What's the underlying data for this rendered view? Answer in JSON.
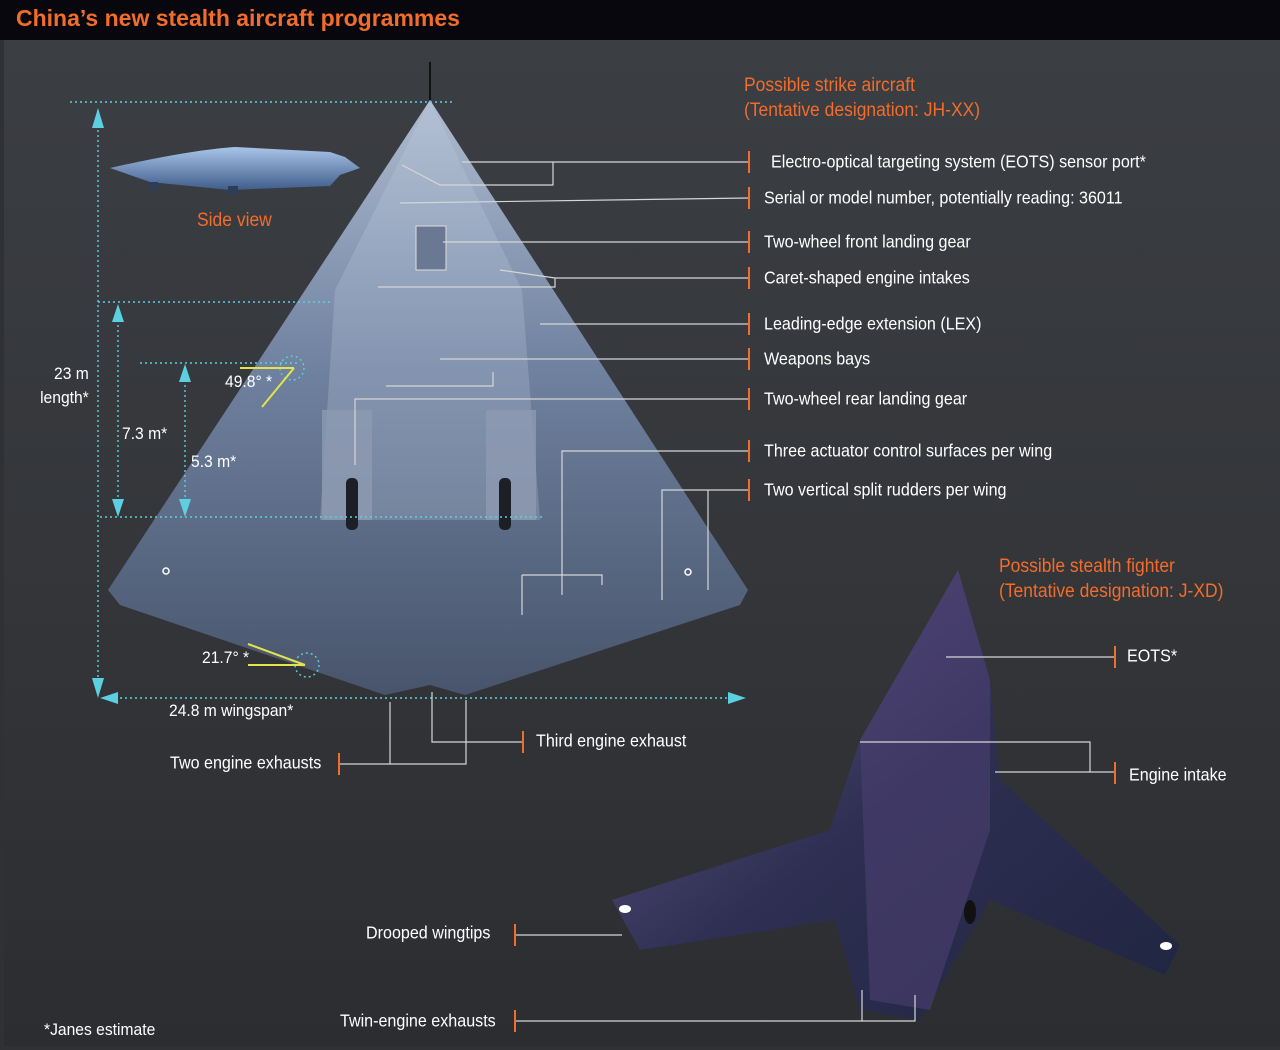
{
  "title": "China’s new stealth aircraft programmes",
  "strike_aircraft": {
    "heading_line1": "Possible strike aircraft",
    "heading_line2": "(Tentative designation: JH-XX)",
    "side_view_label": "Side view",
    "callouts": [
      "Electro-optical targeting system (EOTS) sensor port*",
      "Serial or model number, potentially reading: 36011",
      "Two-wheel front landing gear",
      "Caret-shaped engine intakes",
      "Leading-edge extension (LEX)",
      "Weapons bays",
      "Two-wheel rear landing gear",
      "Three actuator control surfaces per wing",
      "Two vertical split rudders per wing"
    ],
    "exhaust_callouts": {
      "two_engine_exhausts": "Two engine exhausts",
      "third_engine_exhaust": "Third engine exhaust"
    },
    "dimensions": {
      "length_line1": "23 m",
      "length_line2": "length*",
      "dim_7_3": "7.3 m*",
      "dim_5_3": "5.3 m*",
      "angle_leading": "49.8° *",
      "angle_trailing": "21.7° *",
      "wingspan": "24.8 m wingspan*"
    }
  },
  "stealth_fighter": {
    "heading_line1": "Possible stealth fighter",
    "heading_line2": "(Tentative designation: J-XD)",
    "callouts": {
      "eots": "EOTS*",
      "engine_intake": "Engine intake",
      "drooped_wingtips": "Drooped wingtips",
      "twin_engine_exhausts": "Twin-engine exhausts"
    }
  },
  "footnote": "*Janes estimate",
  "colors": {
    "accent": "#f26c2a",
    "dimension": "#5ccfe0",
    "angle": "#e3e34a"
  }
}
